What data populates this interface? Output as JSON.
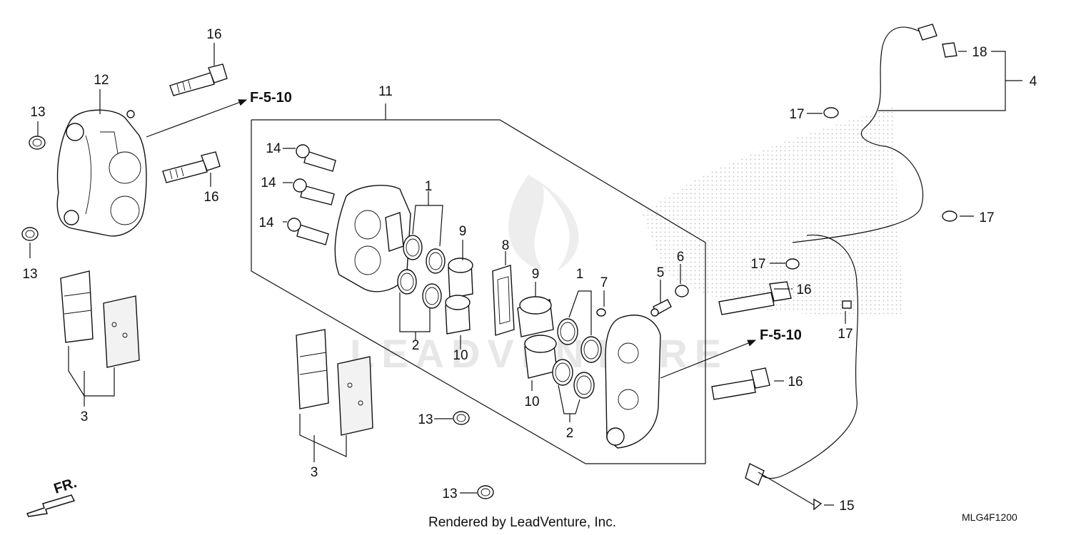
{
  "diagram": {
    "callouts": {
      "c1a": "1",
      "c1b": "1",
      "c2a": "2",
      "c2b": "2",
      "c3a": "3",
      "c3b": "3",
      "c4": "4",
      "c5": "5",
      "c6": "6",
      "c7": "7",
      "c8": "8",
      "c9a": "9",
      "c9b": "9",
      "c10a": "10",
      "c10b": "10",
      "c11": "11",
      "c12": "12",
      "c13a": "13",
      "c13b": "13",
      "c13c": "13",
      "c13d": "13",
      "c14a": "14",
      "c14b": "14",
      "c14c": "14",
      "c15": "15",
      "c16a": "16",
      "c16b": "16",
      "c16c": "16",
      "c16d": "16",
      "c17a": "17",
      "c17b": "17",
      "c17c": "17",
      "c17d": "17",
      "c18": "18"
    },
    "refs": {
      "ref_top": "F-5-10",
      "ref_right": "F-5-10"
    },
    "front_marker": "FR.",
    "footer": "Rendered by LeadVenture, Inc.",
    "diagram_code": "MLG4F1200",
    "watermark": "LEADVENTURE"
  }
}
